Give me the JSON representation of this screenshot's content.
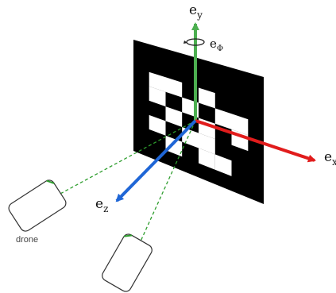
{
  "axes": {
    "x": {
      "main": "e",
      "sub": "x",
      "color": "#e11c1c"
    },
    "y": {
      "main": "e",
      "sub": "y",
      "color": "#4caf50"
    },
    "z": {
      "main": "e",
      "sub": "z",
      "color": "#1f66d6"
    },
    "phi": {
      "main": "e",
      "sub": "Φ"
    }
  },
  "drone_label": "drone",
  "colors": {
    "marker": "#000000",
    "marker_cells": "#ffffff",
    "sightline": "#2e9e2e",
    "drone_outline": "#333333",
    "drone_accent": "#2e9e2e"
  },
  "marker_grid": [
    [
      0,
      0,
      0,
      0,
      0,
      0
    ],
    [
      1,
      1,
      0,
      1,
      0,
      0
    ],
    [
      1,
      0,
      1,
      0,
      1,
      1
    ],
    [
      0,
      1,
      0,
      1,
      0,
      1
    ],
    [
      1,
      0,
      1,
      1,
      0,
      0
    ],
    [
      0,
      1,
      0,
      1,
      1,
      0
    ]
  ]
}
